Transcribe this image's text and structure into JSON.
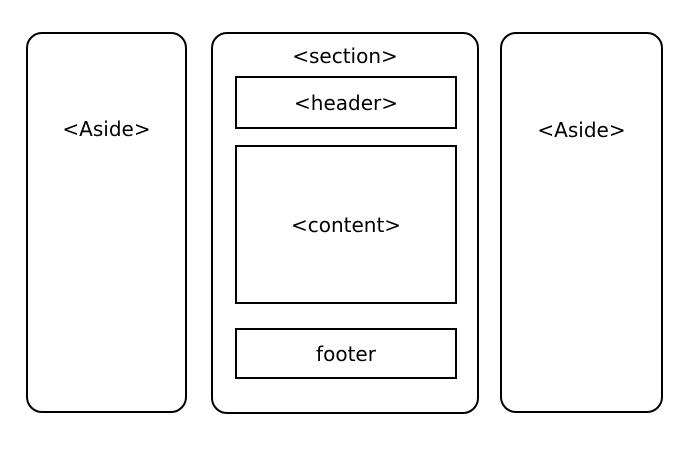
{
  "diagram": {
    "aside_left": {
      "label": "<Aside>"
    },
    "section": {
      "label": "<section>",
      "header": {
        "label": "<header>"
      },
      "content": {
        "label": "<content>"
      },
      "footer": {
        "label": "footer"
      }
    },
    "aside_right": {
      "label": "<Aside>"
    }
  }
}
